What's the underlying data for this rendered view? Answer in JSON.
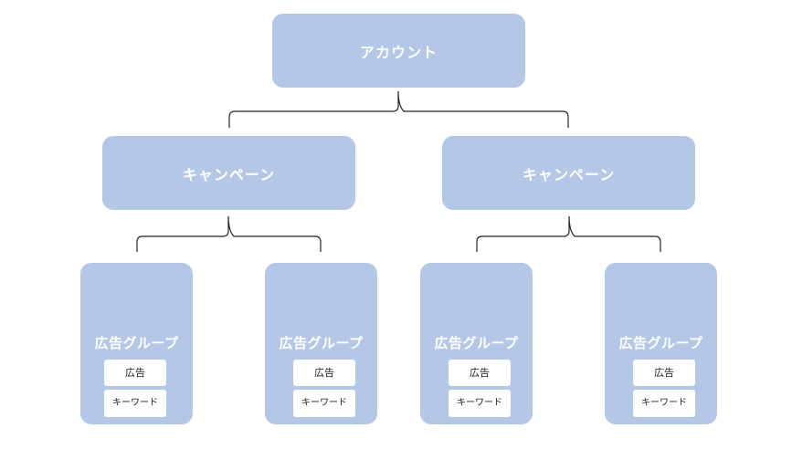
{
  "diagram": {
    "account": {
      "label": "アカウント"
    },
    "campaigns": [
      {
        "label": "キャンペーン",
        "ad_groups": [
          {
            "label": "広告グループ",
            "ad": "広告",
            "keyword": "キーワード"
          },
          {
            "label": "広告グループ",
            "ad": "広告",
            "keyword": "キーワード"
          }
        ]
      },
      {
        "label": "キャンペーン",
        "ad_groups": [
          {
            "label": "広告グループ",
            "ad": "広告",
            "keyword": "キーワード"
          },
          {
            "label": "広告グループ",
            "ad": "広告",
            "keyword": "キーワード"
          }
        ]
      }
    ],
    "colors": {
      "node_fill": "#b4c7e7",
      "node_text": "#ffffff",
      "chip_fill": "#ffffff",
      "connector": "#222222"
    }
  }
}
